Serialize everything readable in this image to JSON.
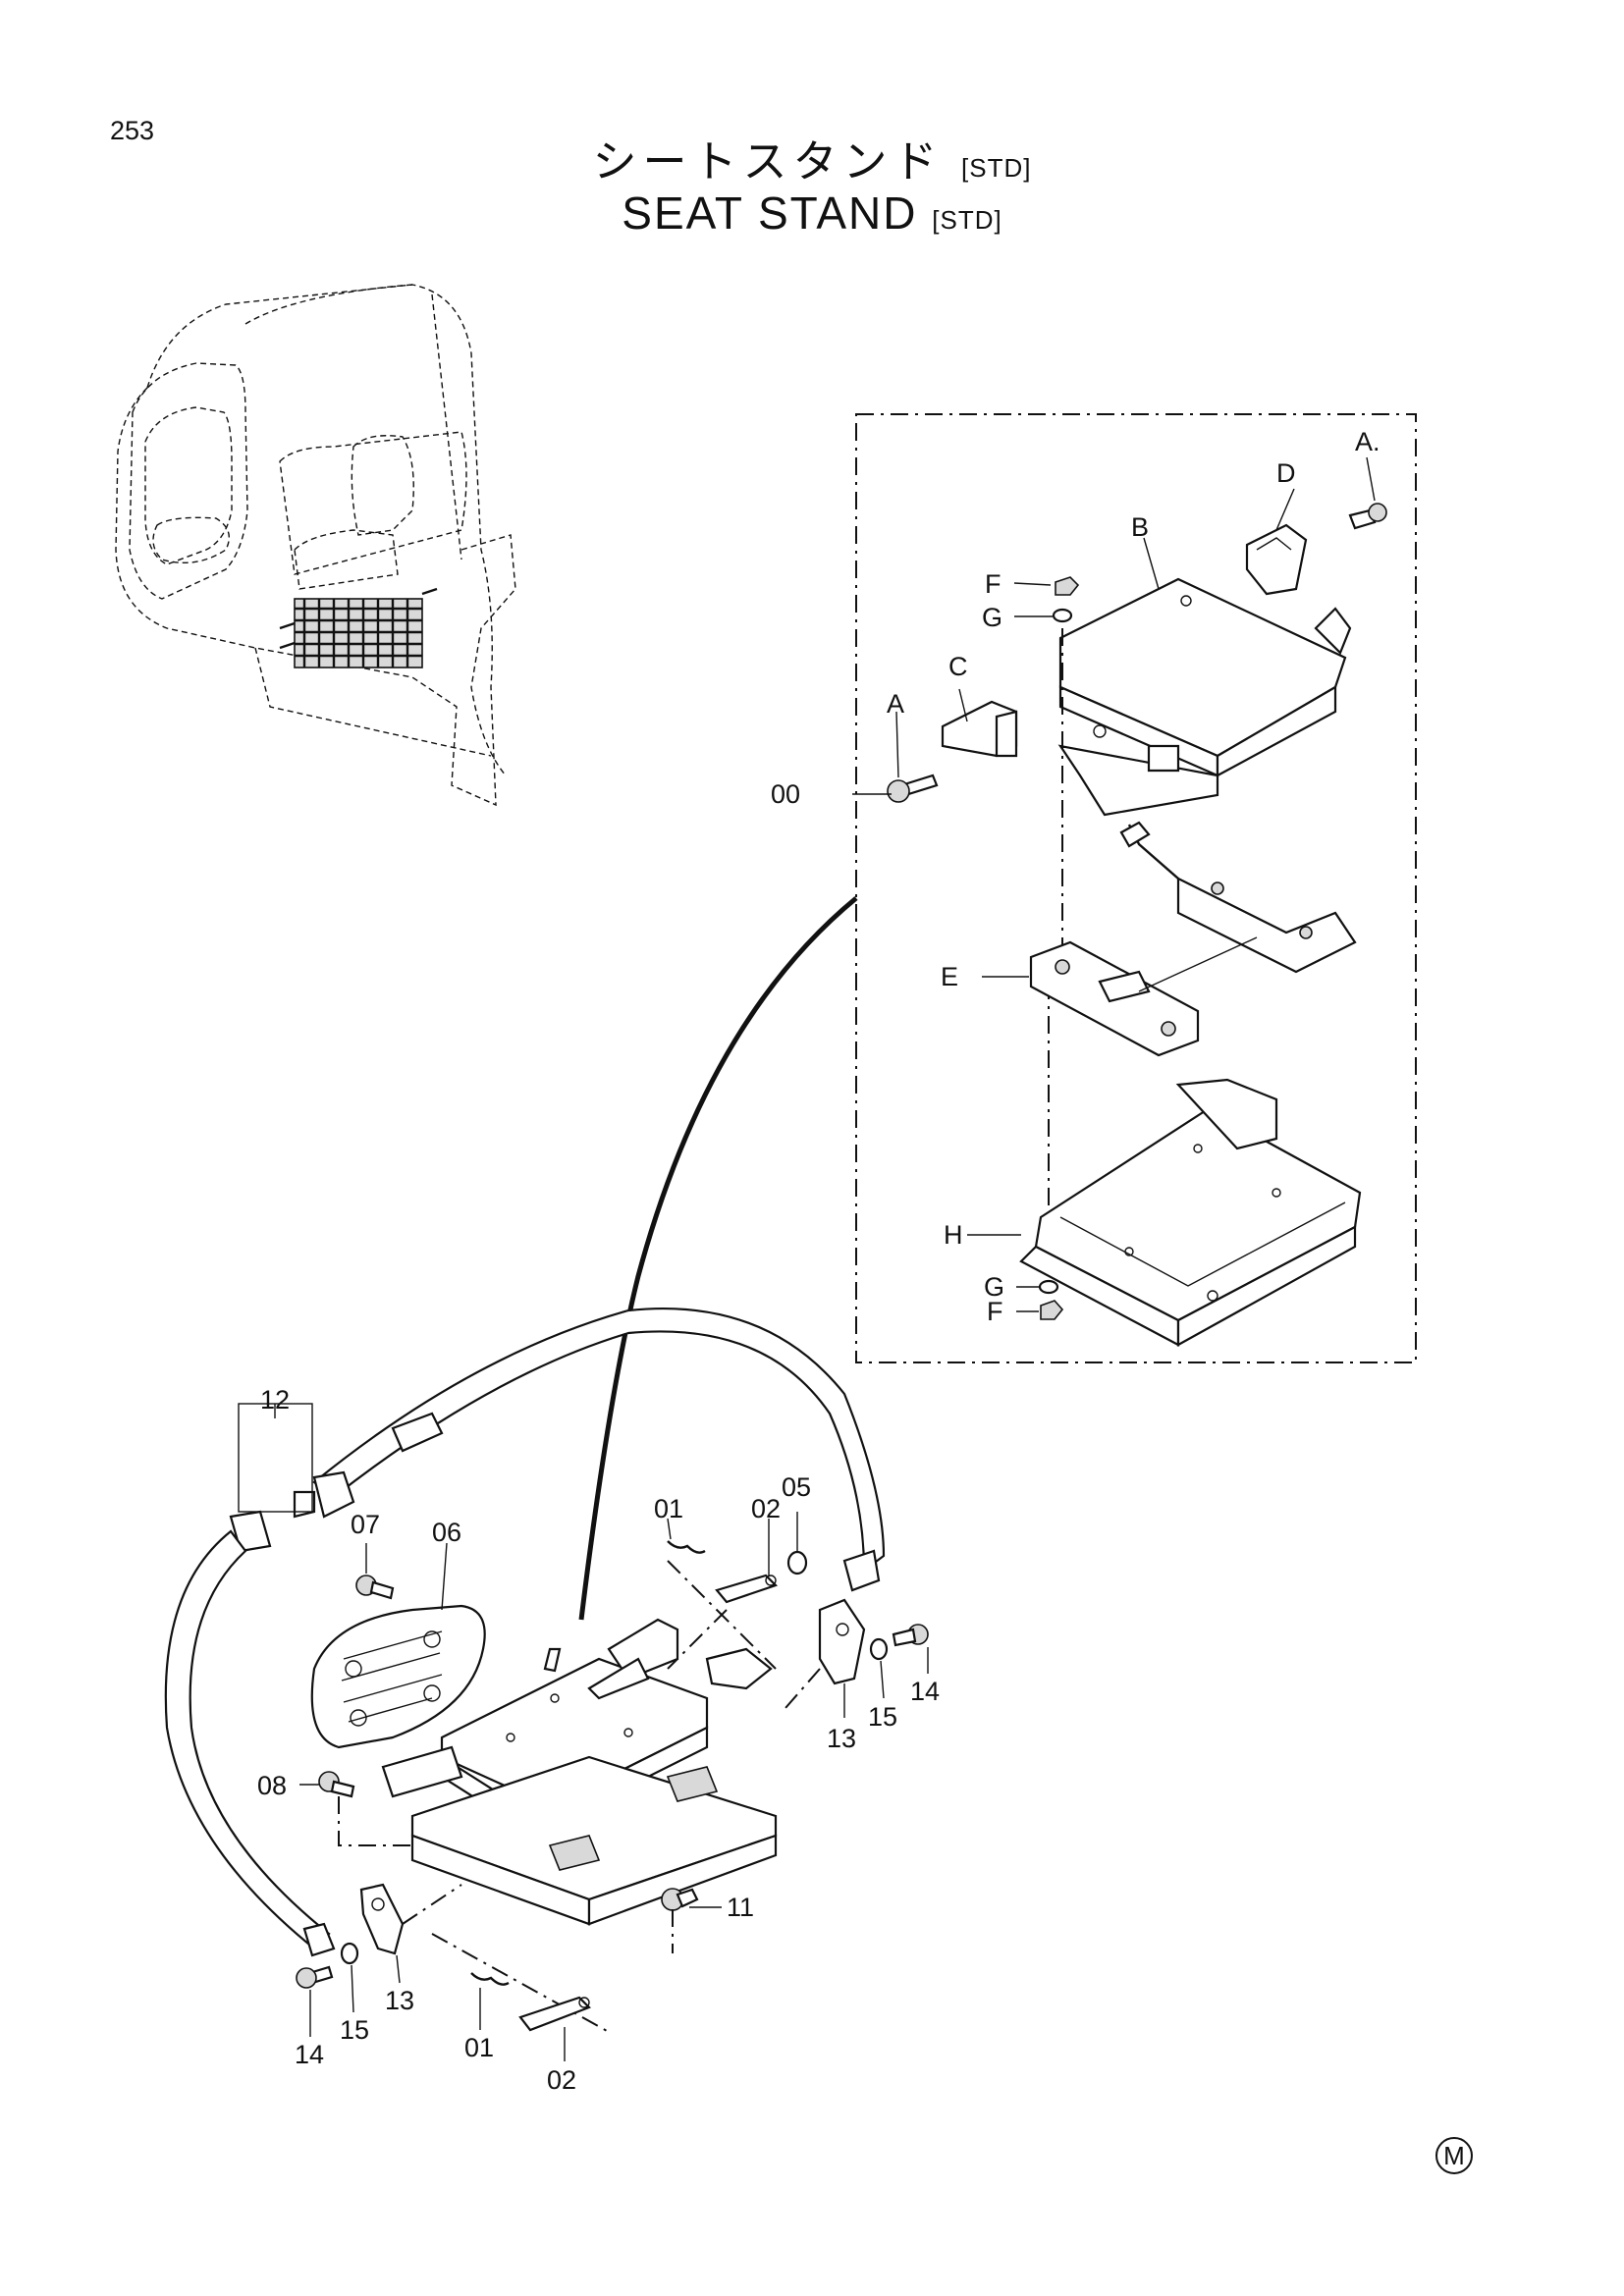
{
  "header": {
    "page_number": "253",
    "title_jp": "シートスタンド",
    "title_jp_tag": "[STD]",
    "title_en": "SEAT STAND",
    "title_en_tag": "[STD]"
  },
  "labels": {
    "a_top": "A.",
    "d": "D",
    "b": "B",
    "f_top": "F",
    "g_top": "G",
    "c": "C",
    "a_left": "A",
    "assy_00": "00",
    "e": "E",
    "h": "H",
    "g_bottom": "G",
    "f_bottom": "F",
    "p12": "12",
    "p07": "07",
    "p06": "06",
    "p01_top": "01",
    "p02_top": "02",
    "p05": "05",
    "p14_right": "14",
    "p15_right": "15",
    "p13_right": "13",
    "p08": "08",
    "p11": "11",
    "p14_left": "14",
    "p15_left": "15",
    "p13_left": "13",
    "p01_bottom": "01",
    "p02_bottom": "02"
  },
  "footer": {
    "mark": "M"
  }
}
